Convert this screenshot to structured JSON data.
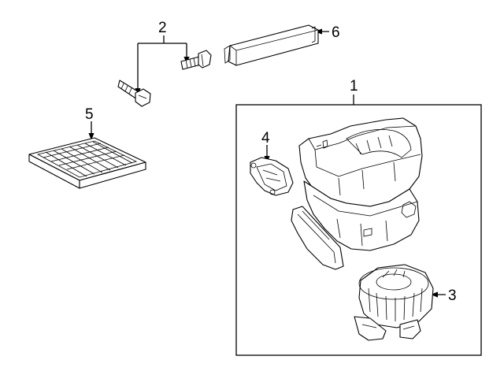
{
  "callouts": {
    "c1": "1",
    "c2": "2",
    "c3": "3",
    "c4": "4",
    "c5": "5",
    "c6": "6"
  },
  "parts": [
    {
      "callout": "1",
      "icon": "heater-blower-assembly-icon"
    },
    {
      "callout": "2",
      "icon": "bolt-icon"
    },
    {
      "callout": "3",
      "icon": "blower-motor-icon"
    },
    {
      "callout": "4",
      "icon": "actuator-icon"
    },
    {
      "callout": "5",
      "icon": "cabin-air-filter-icon"
    },
    {
      "callout": "6",
      "icon": "filter-cover-icon"
    }
  ]
}
